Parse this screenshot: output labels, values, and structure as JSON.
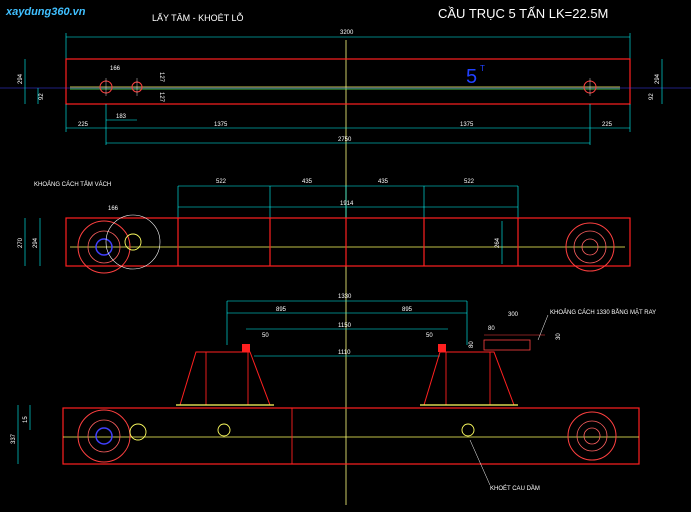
{
  "watermark": "xaydung360.vn",
  "section_titles": {
    "top": "LẤY TÂM - KHOÉT LỖ",
    "middle": "KHOẢNG CÁCH TẤM VÁCH",
    "main": "CẦU TRỤC 5 TẤN LK=22.5M"
  },
  "capacity_label": "5",
  "capacity_unit": "T",
  "top_view": {
    "overall": "3200",
    "left_height": "294",
    "left_sub": "92",
    "right_height": "294",
    "right_sub": "92",
    "hole_left_1": "166",
    "hole_left_2": "127",
    "hole_left_3": "127",
    "hole_dim_under": "183",
    "bottom_segments": [
      "225",
      "1375",
      "1375",
      "225"
    ],
    "bottom_total": "2750"
  },
  "middle_view": {
    "spacings": [
      "522",
      "435",
      "435",
      "522"
    ],
    "spacing_total": "1914",
    "left_heights": [
      "270",
      "294"
    ],
    "inner_height": "264",
    "wheel_dim": "166"
  },
  "bottom_view": {
    "top_dims": [
      "1330",
      "895",
      "895",
      "1150",
      "1110"
    ],
    "small_dims": [
      "50",
      "50",
      "80",
      "300",
      "80",
      "30"
    ],
    "left_heights": [
      "337",
      "15"
    ],
    "note_right": "KHOẢNG CÁCH 1330 BẰNG MẶT RAY",
    "note_bottom": "KHOÉT CAU DẦM"
  }
}
